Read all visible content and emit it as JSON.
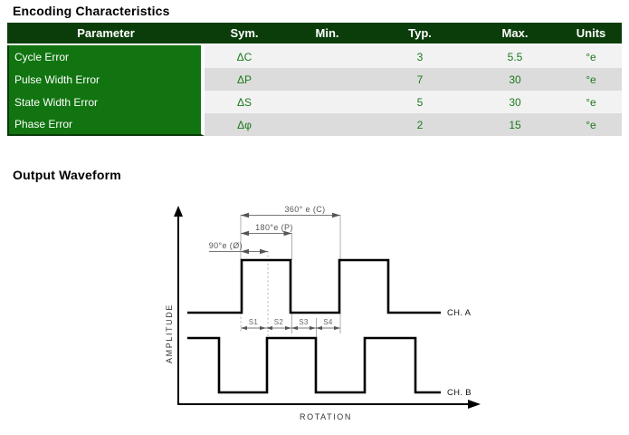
{
  "page": {
    "section1_title": "Encoding Characteristics",
    "section2_title": "Output Waveform"
  },
  "table": {
    "headers": [
      "Parameter",
      "Sym.",
      "Min.",
      "Typ.",
      "Max.",
      "Units"
    ],
    "rows": [
      {
        "parameter": "Cycle Error",
        "sym": "ΔC",
        "min": "",
        "typ": "3",
        "max": "5.5",
        "units": "°e"
      },
      {
        "parameter": "Pulse Width Error",
        "sym": "ΔP",
        "min": "",
        "typ": "7",
        "max": "30",
        "units": "°e"
      },
      {
        "parameter": "State Width Error",
        "sym": "ΔS",
        "min": "",
        "typ": "5",
        "max": "30",
        "units": "°e"
      },
      {
        "parameter": "Phase Error",
        "sym": "Δφ",
        "min": "",
        "typ": "2",
        "max": "15",
        "units": "°e"
      }
    ],
    "colors": {
      "header_bg": "#0b3d0b",
      "header_text": "#ffffff",
      "param_bg": "#117411",
      "row_light": "#f2f2f2",
      "row_dark": "#dcdcdc",
      "value_text": "#1b7a1b"
    }
  },
  "waveform": {
    "dim_cycle": "360° e (C)",
    "dim_pulse": "180°e (P)",
    "dim_phase": "90°e (Ø)",
    "states": [
      "S1",
      "S2",
      "S3",
      "S4"
    ],
    "y_axis_label": "AMPLITUDE",
    "x_axis_label": "ROTATION",
    "channel_a_label": "CH. A",
    "channel_b_label": "CH. B"
  }
}
